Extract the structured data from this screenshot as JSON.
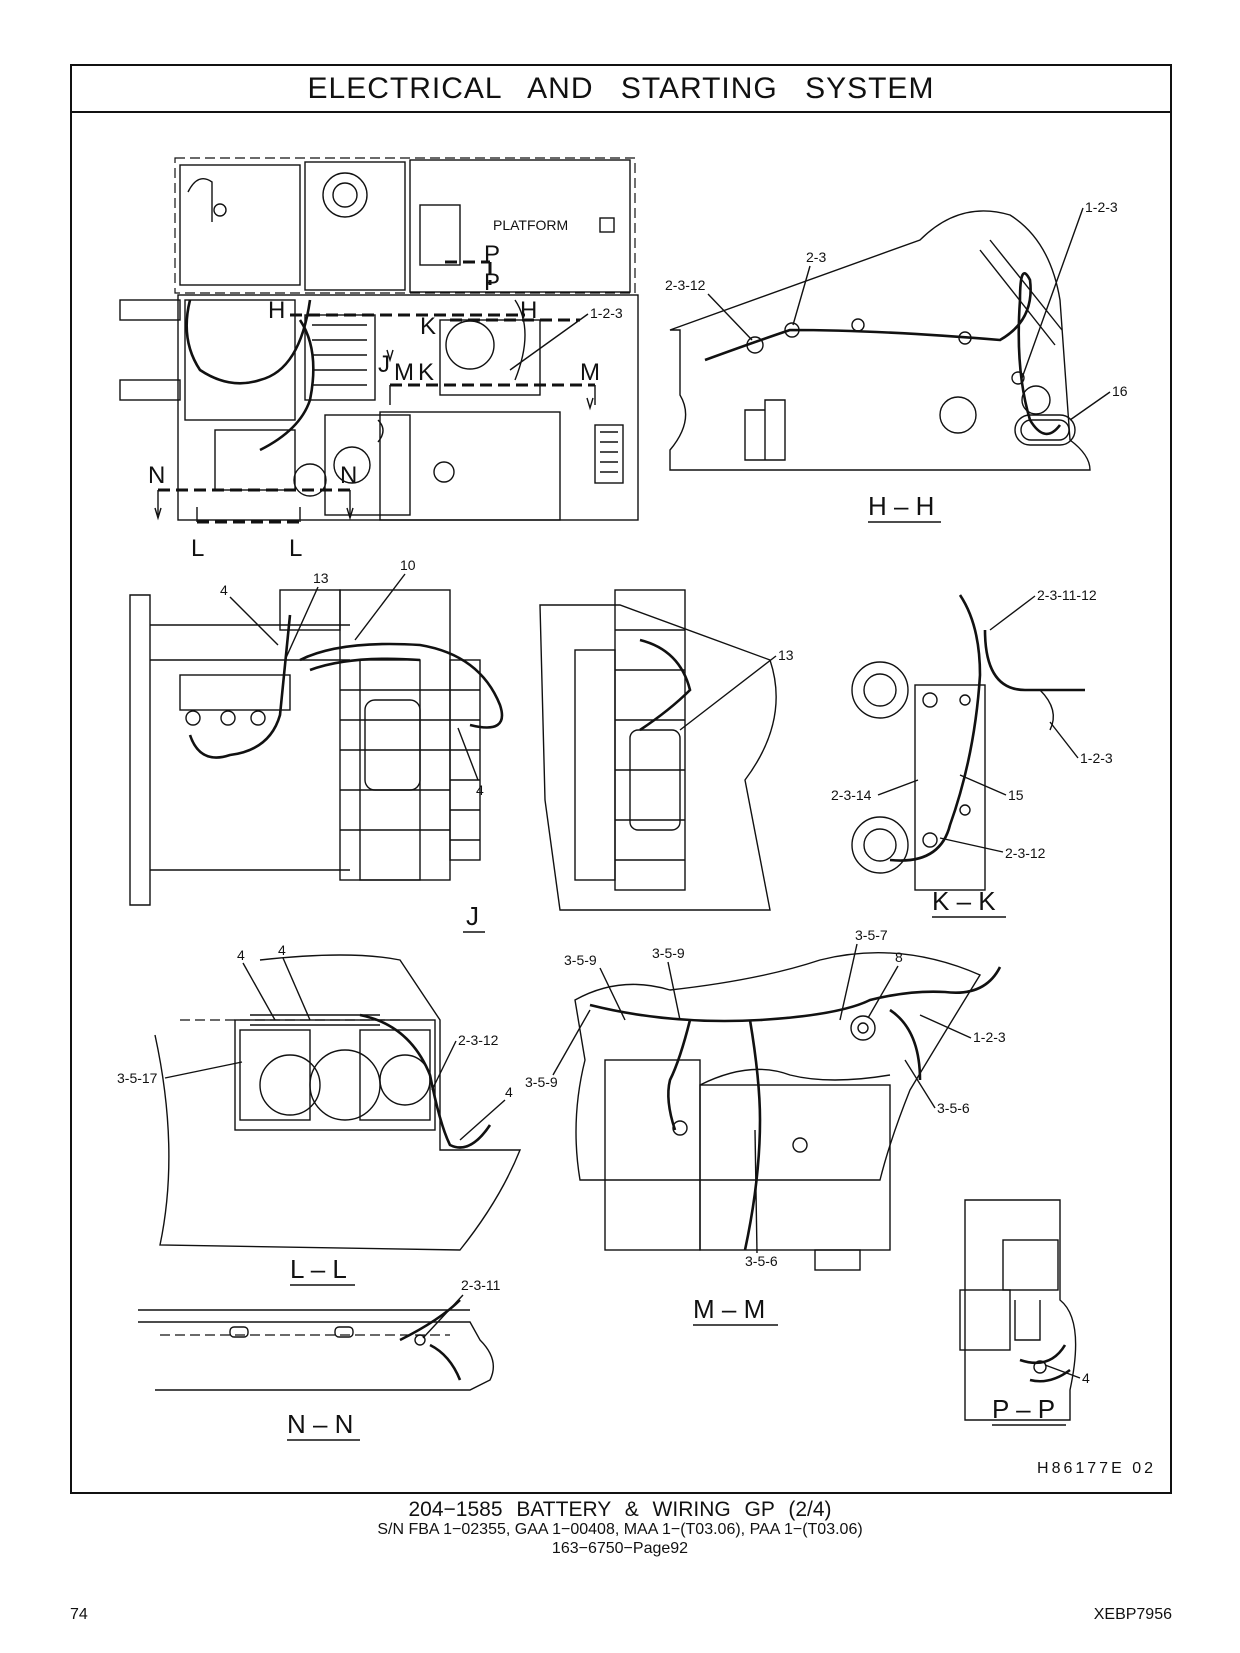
{
  "header": {
    "title": "ELECTRICAL AND STARTING SYSTEM"
  },
  "diagram": {
    "platform_label": "PLATFORM",
    "main_view_markers": [
      "H",
      "H",
      "K",
      "K",
      "J",
      "M",
      "M",
      "N",
      "N",
      "L",
      "L",
      "P",
      "P"
    ],
    "main_view_callouts": [
      "1-2-3"
    ],
    "sections": {
      "hh": {
        "title": "H – H",
        "callouts": [
          "1-2-3",
          "2-3",
          "2-3-12",
          "16"
        ]
      },
      "j": {
        "title": "J",
        "callouts": [
          "4",
          "13",
          "10",
          "4",
          "13"
        ]
      },
      "kk": {
        "title": "K – K",
        "callouts": [
          "2-3-11-12",
          "1-2-3",
          "2-3-14",
          "15",
          "2-3-12"
        ]
      },
      "ll": {
        "title": "L – L",
        "callouts": [
          "4",
          "4",
          "2-3-12",
          "3-5-17",
          "4"
        ]
      },
      "mm": {
        "title": "M – M",
        "callouts": [
          "3-5-9",
          "3-5-9",
          "3-5-7",
          "8",
          "1-2-3",
          "3-5-9",
          "3-5-6",
          "3-5-6"
        ]
      },
      "nn": {
        "title": "N – N",
        "callouts": [
          "2-3-11"
        ]
      },
      "pp": {
        "title": "P – P",
        "callouts": [
          "4"
        ]
      }
    },
    "drawing_id": "H86177E  02"
  },
  "footer": {
    "title": "204−1585  BATTERY & WIRING GP (2/4)",
    "serials": "S/N FBA 1−02355, GAA 1−00408, MAA 1−(T03.06), PAA 1−(T03.06)",
    "page_ref": "163−6750−Page92",
    "page_number": "74",
    "doc_code": "XEBP7956"
  }
}
